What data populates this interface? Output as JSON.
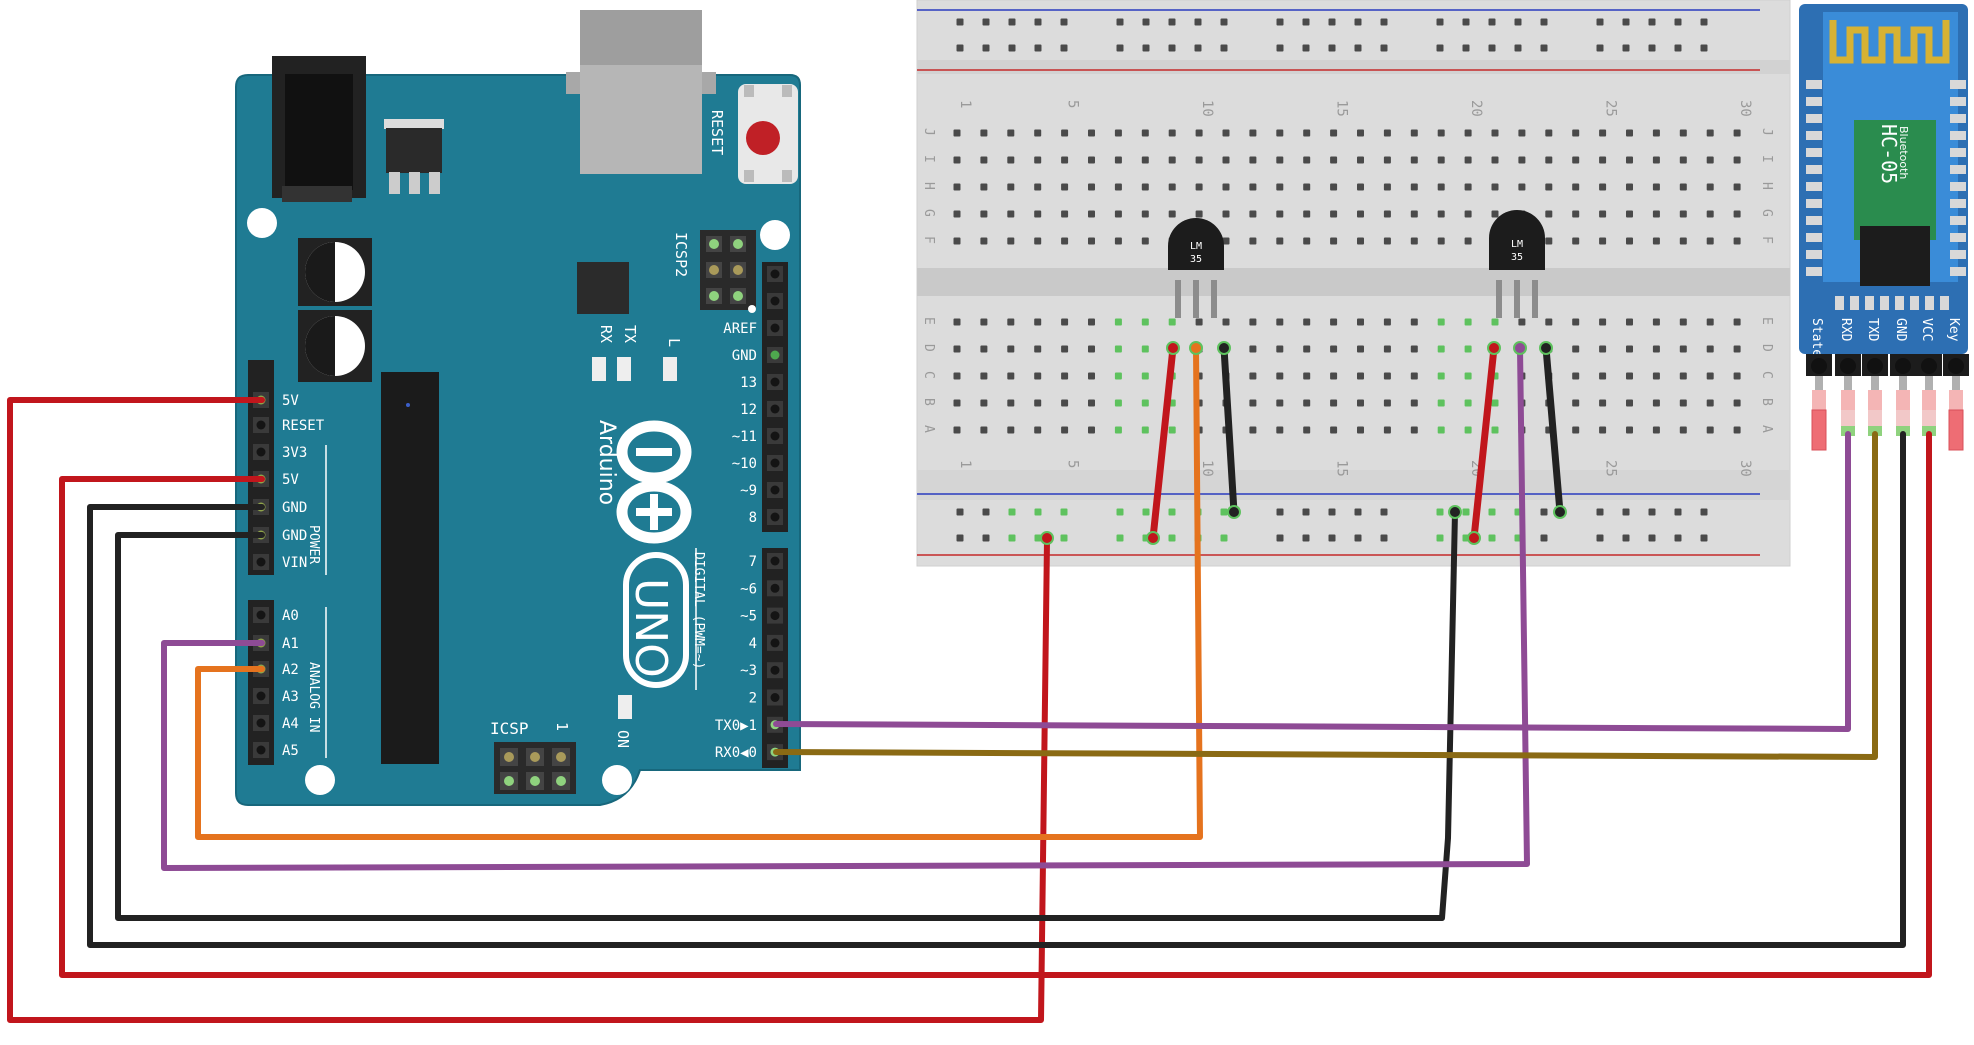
{
  "arduino": {
    "board_name": "Arduino",
    "model": "UNO",
    "reset_label": "RESET",
    "icsp2_label": "ICSP2",
    "icsp_label": "ICSP",
    "icsp_pin1_label": "1",
    "tx_label": "TX",
    "rx_label": "RX",
    "l_label": "L",
    "on_label": "ON",
    "digital_label": "DIGITAL (PWM=~)",
    "power_label": "POWER",
    "analog_label": "ANALOG IN",
    "power_pins": [
      "5V",
      "RESET",
      "3V3",
      "5V",
      "GND",
      "GND",
      "VIN"
    ],
    "analog_pins": [
      "A0",
      "A1",
      "A2",
      "A3",
      "A4",
      "A5"
    ],
    "digital_pins_top": [
      "AREF",
      "GND",
      "13",
      "12",
      "~11",
      "~10",
      "~9",
      "8"
    ],
    "digital_pins_bottom": [
      "7",
      "~6",
      "~5",
      "4",
      "~3",
      "2",
      "TX0▶1",
      "RX0◀0"
    ]
  },
  "breadboard": {
    "column_numbers": [
      "1",
      "5",
      "10",
      "15",
      "20",
      "25",
      "30"
    ],
    "row_letters_top": [
      "J",
      "I",
      "H",
      "G",
      "F"
    ],
    "row_letters_bottom": [
      "E",
      "D",
      "C",
      "B",
      "A"
    ]
  },
  "sensors": [
    {
      "label_line1": "LM",
      "label_line2": "35"
    },
    {
      "label_line1": "LM",
      "label_line2": "35"
    }
  ],
  "bluetooth": {
    "model": "HC-05",
    "subtitle": "Bluetooth",
    "pins": [
      "State",
      "RXD",
      "TXD",
      "GND",
      "VCC",
      "Key"
    ]
  },
  "colors": {
    "board_teal": "#1f7b93",
    "wire_red": "#c1161c",
    "wire_black": "#222222",
    "wire_purple": "#8e4b95",
    "wire_orange": "#e5731e",
    "wire_olive": "#8a6a14",
    "module_blue": "#2d6fb3",
    "breadboard": "#dedede"
  }
}
